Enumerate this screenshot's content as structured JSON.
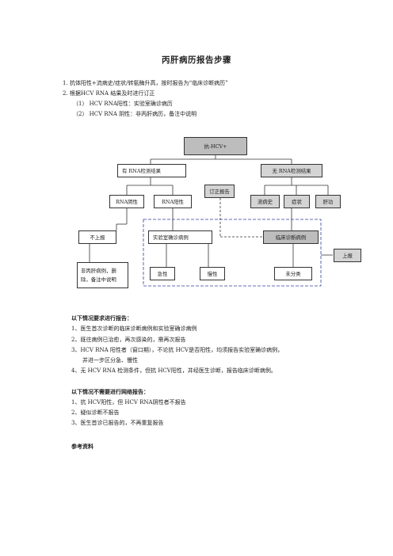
{
  "title": "丙肝病历报告步骤",
  "steps": [
    "1.   抗体阳性+流病史/症状/转氨酶升高，按时报告为“临床诊断病历”",
    "2.   根据HCV RNA 结果及时进行订正"
  ],
  "substeps": [
    "（1）    HCV RNA阳性：实验室确诊病历",
    "（2）    HCV RNA 阴性：非丙肝病历，备注中说明"
  ],
  "flow": {
    "root": "抗-HCV+",
    "has_rna": "有  RNA检测结果",
    "no_rna": "无  RNA检测结果",
    "rna_neg": "RNA阴性",
    "rna_pos": "RNA阳性",
    "correct": "订正报告",
    "epi": "流病史",
    "symptom": "症状",
    "liver": "肝功",
    "no_report": "不上报",
    "lab_case": "实验室确诊病例",
    "clinical_case": "临床诊断病例",
    "report": "上报",
    "non_hcv": "非丙肝病例，删除，备注中说明",
    "acute": "急性",
    "chronic": "慢性",
    "unclassified": "未分类"
  },
  "must_report": {
    "heading": "以下情况要求进行报告：",
    "items": [
      "1、医生首次诊断的临床诊断病例和实验室确诊病例",
      "2、既往病例已治愈，再次感染的，需再次报告",
      "3、HCV RNA 阳性者（窗口期），不论抗 HCV是否阳性，均须报告实验室确诊病例，",
      "并进一步区分急、慢性",
      "4、无 HCV RNA 检测条件，但抗 HCV阳性，并经医生诊断，报告临床诊断病例。"
    ]
  },
  "no_report": {
    "heading": "以下情况不需要进行网络报告：",
    "items": [
      "1、抗 HCV阳性，但 HCV RNA阴性者不报告",
      "2、疑似诊断不报告",
      "3、医生首诊已报告的，不再重复报告"
    ]
  },
  "references": "参考资料"
}
